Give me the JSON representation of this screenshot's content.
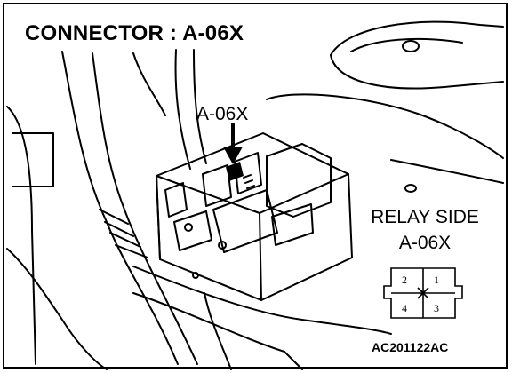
{
  "figure": {
    "title": "CONNECTOR : A-06X",
    "callout_label": "A-06X",
    "relay_side_label": "RELAY SIDE",
    "relay_connector_code": "A-06X",
    "figure_code": "AC201122AC"
  },
  "connector_diagram": {
    "pins": [
      {
        "number": "2",
        "position": "top-left"
      },
      {
        "number": "1",
        "position": "top-right"
      },
      {
        "number": "4",
        "position": "bottom-left"
      },
      {
        "number": "3",
        "position": "bottom-right"
      }
    ],
    "center_mark": "x"
  },
  "colors": {
    "ink": "#000000",
    "paper": "#ffffff"
  }
}
